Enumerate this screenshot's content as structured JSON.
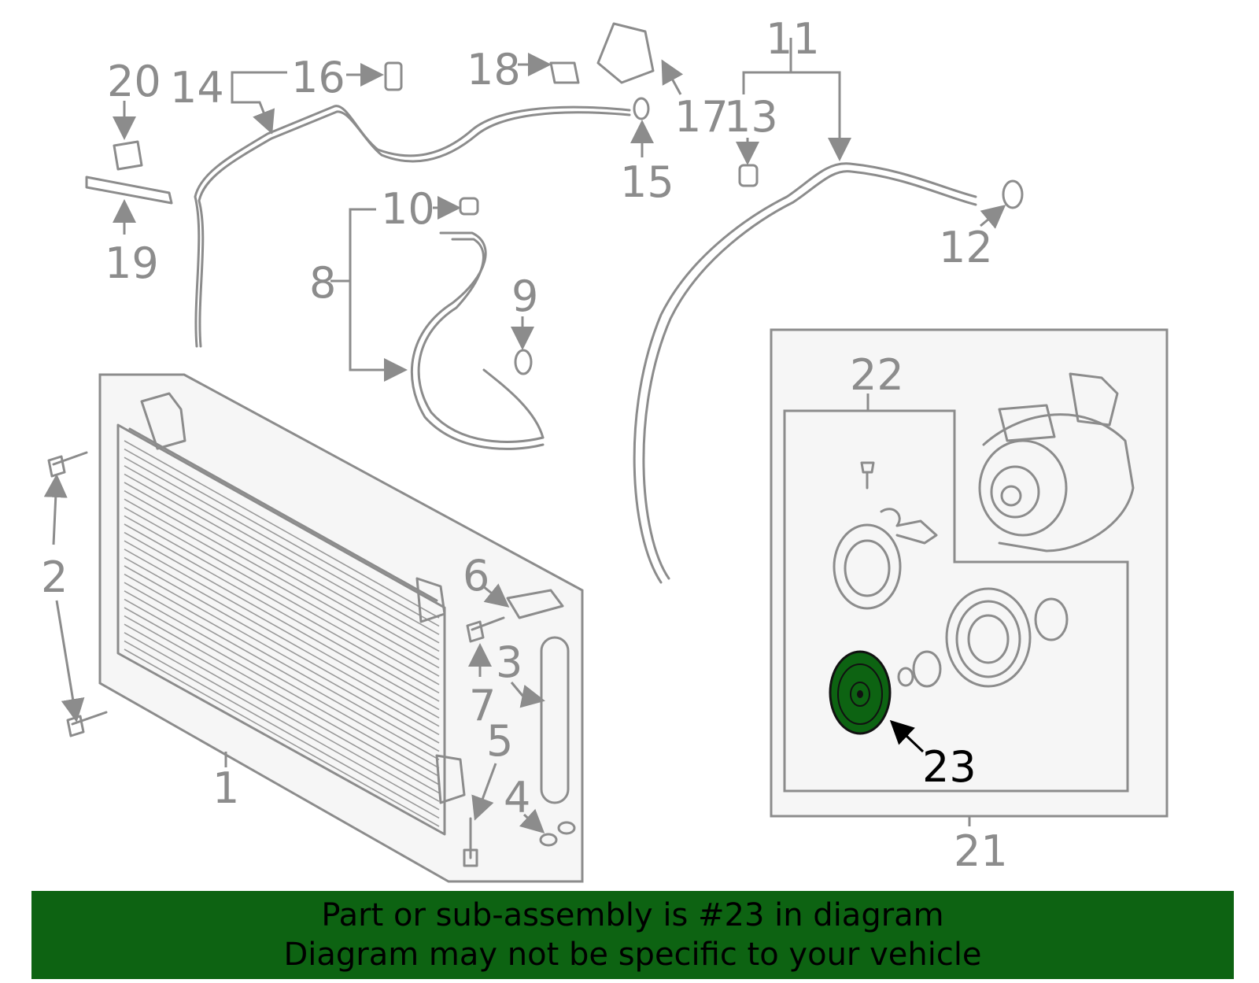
{
  "diagram": {
    "highlighted_part": "23",
    "highlight_color": "#0d6312",
    "part_color": "#8c8c8c",
    "callouts": [
      "1",
      "2",
      "3",
      "4",
      "5",
      "6",
      "7",
      "8",
      "9",
      "10",
      "11",
      "12",
      "13",
      "14",
      "15",
      "16",
      "17",
      "18",
      "19",
      "20",
      "21",
      "22",
      "23"
    ]
  },
  "banner": {
    "line1": "Part or sub-assembly is #23 in diagram",
    "line2": "Diagram may not be specific to your vehicle",
    "background": "#0d6312"
  }
}
